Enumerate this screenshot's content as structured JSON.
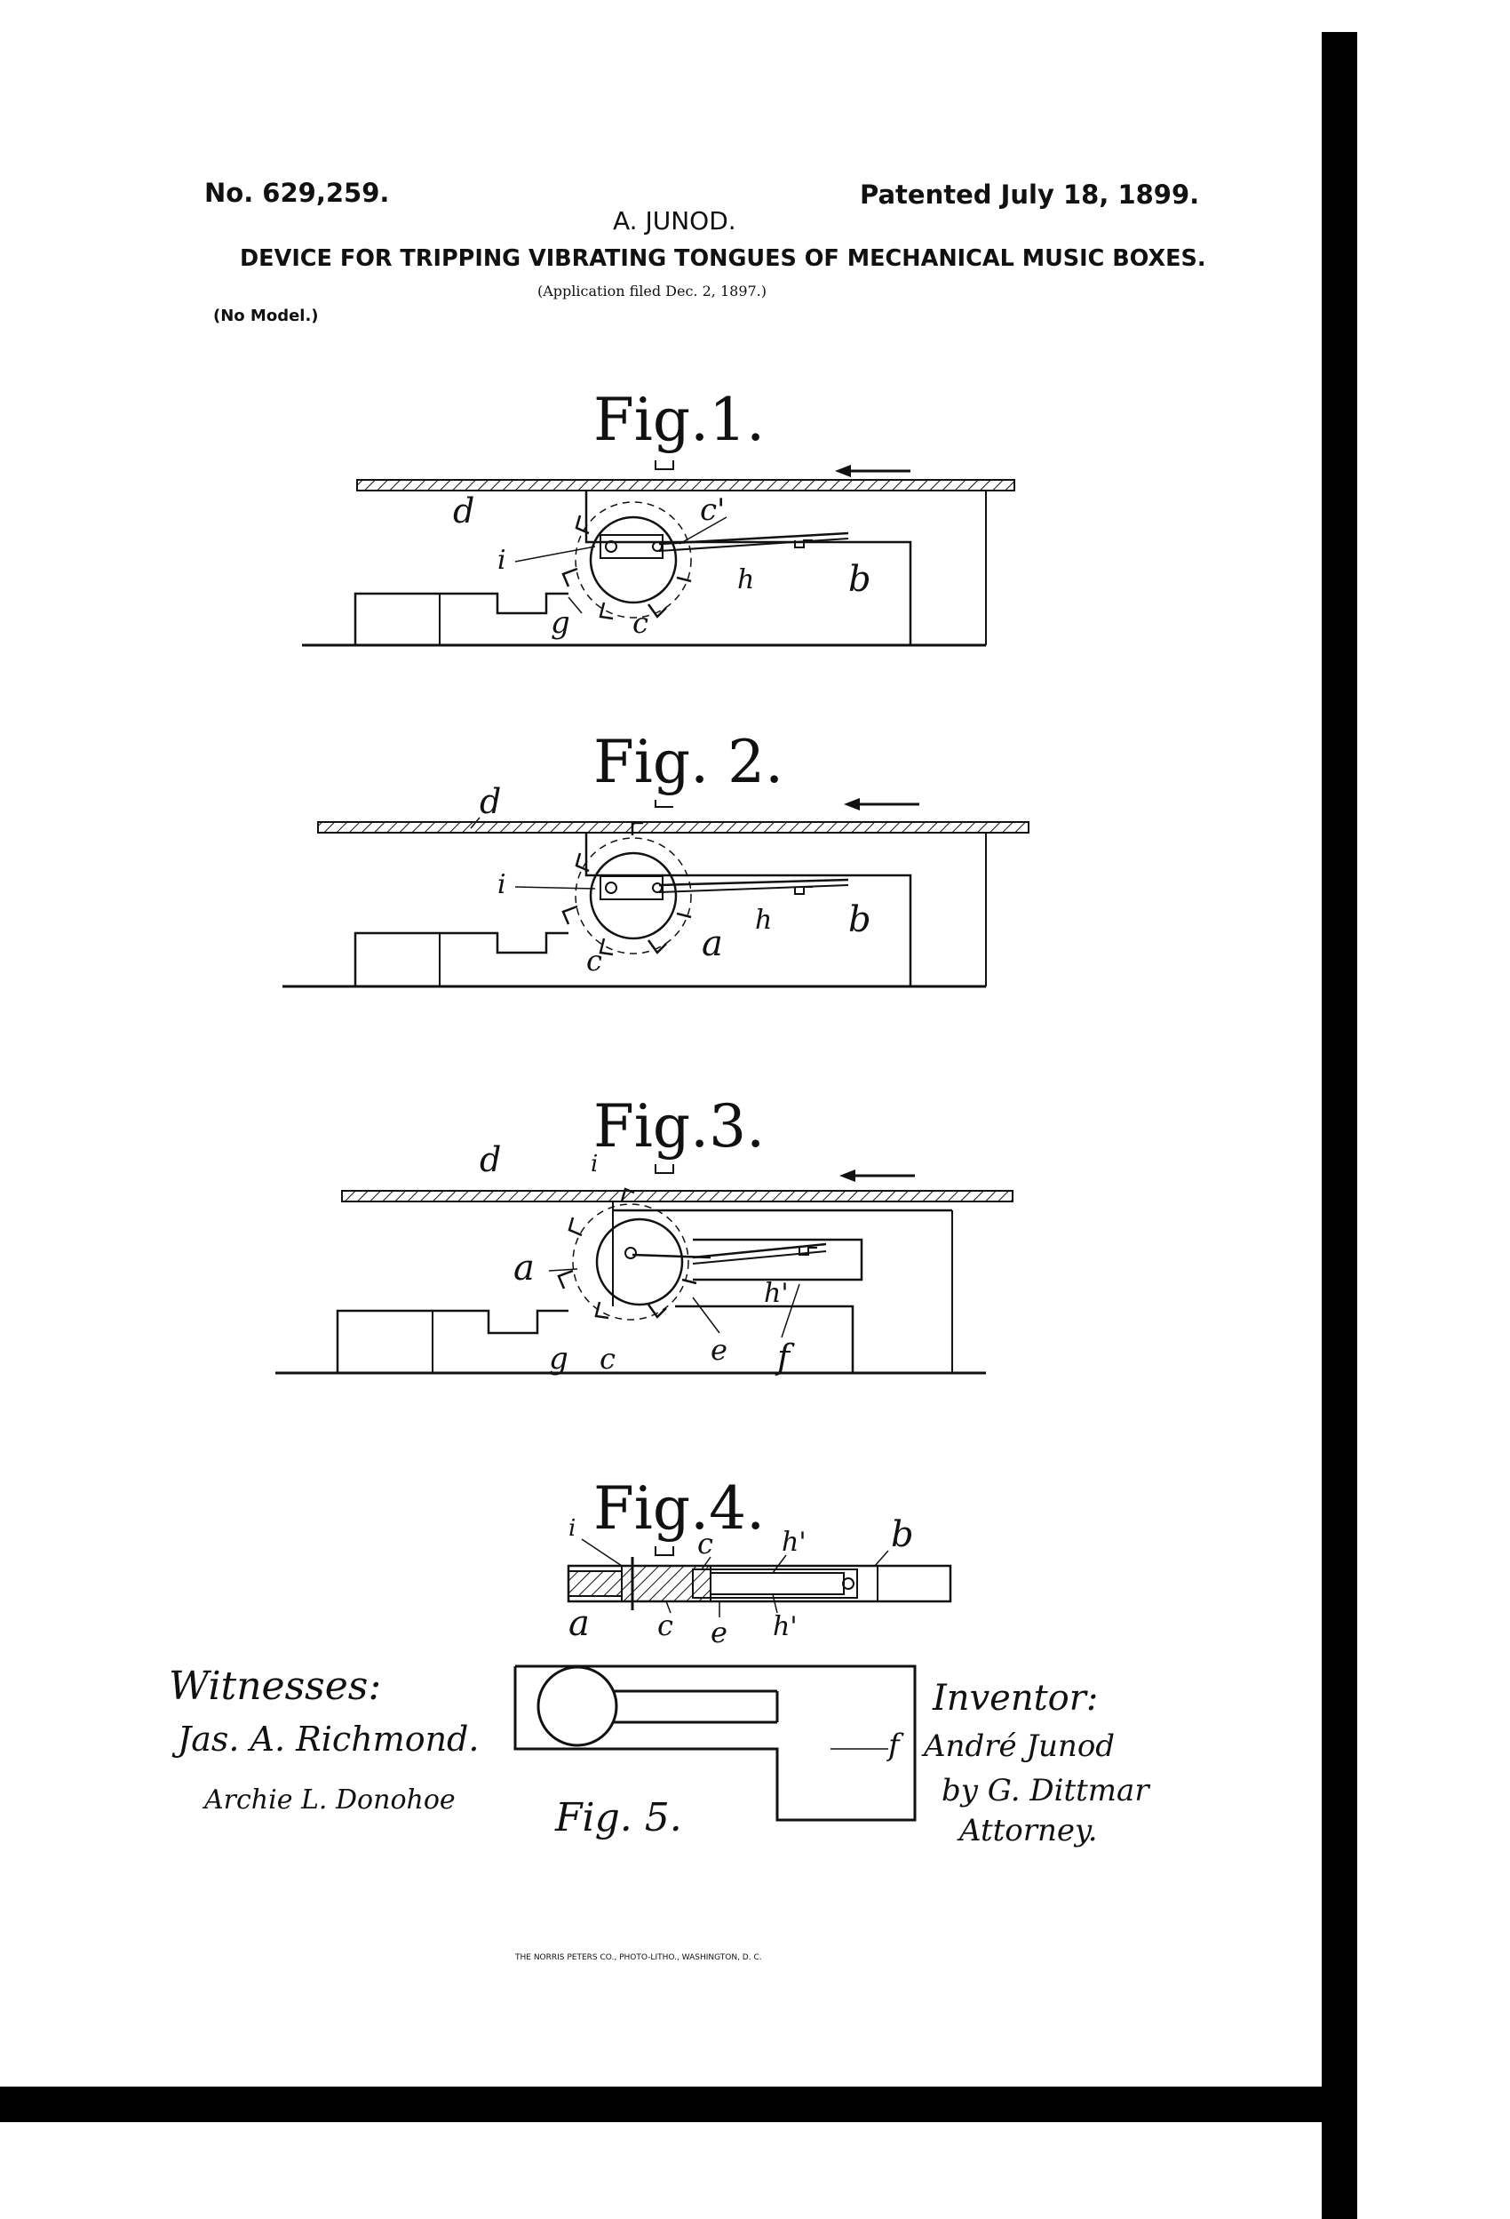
{
  "header": {
    "patent_number": "No. 629,259.",
    "patent_date": "Patented July 18, 1899.",
    "inventor_name": "A. JUNOD.",
    "title": "DEVICE FOR TRIPPING VIBRATING TONGUES OF MECHANICAL MUSIC BOXES.",
    "application": "(Application filed Dec. 2, 1897.)",
    "model": "(No Model.)"
  },
  "figures": {
    "fig1": {
      "title": "Fig.1.",
      "labels": {
        "d": "d",
        "c_prime": "c'",
        "i": "i",
        "h": "h",
        "b": "b",
        "g": "g",
        "c": "c"
      }
    },
    "fig2": {
      "title": "Fig. 2.",
      "labels": {
        "d": "d",
        "i": "i",
        "h": "h",
        "b": "b",
        "c": "c",
        "a": "a"
      }
    },
    "fig3": {
      "title": "Fig.3.",
      "labels": {
        "d": "d",
        "i": "i",
        "a": "a",
        "h_prime": "h'",
        "g": "g",
        "c": "c",
        "e": "e",
        "f": "f"
      }
    },
    "fig4": {
      "title": "Fig.4.",
      "labels": {
        "i": "i",
        "c_top": "c",
        "h_prime_top": "h'",
        "b": "b",
        "a": "a",
        "c_bottom": "c",
        "e": "e",
        "h_prime_bottom": "h'"
      }
    },
    "fig5": {
      "title": "Fig. 5.",
      "labels": {
        "f": "f"
      }
    }
  },
  "signatures": {
    "witnesses_label": "Witnesses:",
    "witness_1": "Jas. A. Richmond.",
    "witness_2": "Archie L. Donohoe",
    "inventor_label": "Inventor:",
    "inventor_signature": "André Junod",
    "by_attorney": "by G. Dittmar",
    "attorney_label": "Attorney."
  },
  "footer": {
    "printer": "THE NORRIS PETERS CO., PHOTO-LITHO., WASHINGTON, D. C."
  }
}
